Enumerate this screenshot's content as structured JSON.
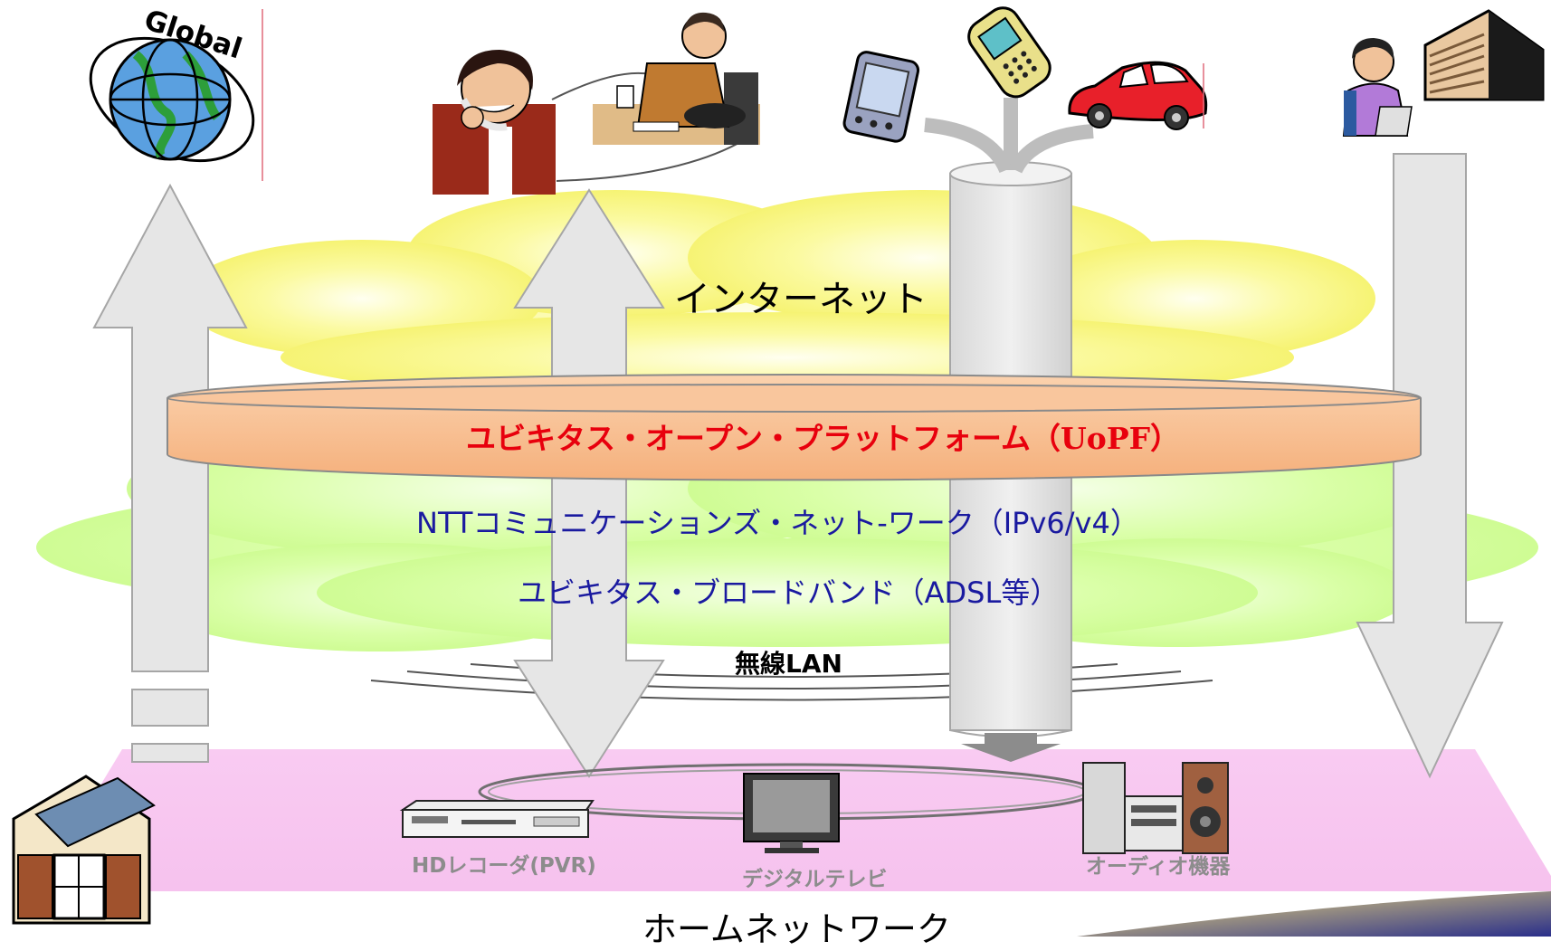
{
  "labels": {
    "global": "Global",
    "internet": "インターネット",
    "uopf": "ユビキタス・オープン・プラットフォーム（UoPF）",
    "ntt_network": "NTTコミュニケーションズ・ネット-ワーク（IPv6/v4）",
    "ubiquitous_broadband": "ユビキタス・ブロードバンド（ADSL等）",
    "wireless_lan": "無線LAN",
    "hd_recorder": "HDレコーダ(PVR)",
    "digital_tv": "デジタルテレビ",
    "audio": "オーディオ機器",
    "home_network": "ホームネットワーク"
  },
  "colors": {
    "internet_cloud": "#f7f56a",
    "network_cloud": "#d4fb9a",
    "uopf_band": "#f7bc8c",
    "home_plane": "#f7c6f0",
    "arrow_fill": "#e6e6e6",
    "uopf_text": "#e8000d",
    "network_text": "#1a1aa0"
  },
  "icons": [
    "globe-icon",
    "woman-phone-icon",
    "man-phone-icon",
    "pda-icon",
    "cellphone-icon",
    "car-icon",
    "operator-icon",
    "office-building-icon",
    "house-icon",
    "hd-recorder-icon",
    "tv-icon",
    "audio-system-icon"
  ]
}
